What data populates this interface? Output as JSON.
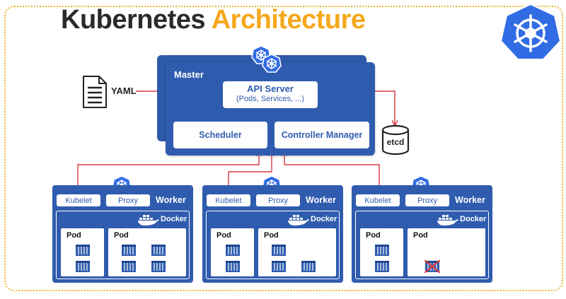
{
  "title": {
    "part1": "Kubernetes",
    "part2": "Architecture"
  },
  "input_file": {
    "label": "YAML",
    "icon": "document-icon"
  },
  "master": {
    "label": "Master",
    "api_server": {
      "title": "API Server",
      "subtitle": "(Pods, Services, ...)"
    },
    "scheduler": "Scheduler",
    "controller_manager": "Controller Manager"
  },
  "datastore": {
    "label": "etcd",
    "icon": "database-icon"
  },
  "workers": [
    {
      "label": "Worker",
      "kubelet": "Kubelet",
      "proxy": "Proxy",
      "runtime": "Docker",
      "pods": [
        {
          "label": "Pod",
          "containers": 2
        },
        {
          "label": "Pod",
          "containers": 4
        }
      ]
    },
    {
      "label": "Worker",
      "kubelet": "Kubelet",
      "proxy": "Proxy",
      "runtime": "Docker",
      "pods": [
        {
          "label": "Pod",
          "containers": 2
        },
        {
          "label": "Pod",
          "containers": 3
        }
      ]
    },
    {
      "label": "Worker",
      "kubelet": "Kubelet",
      "proxy": "Proxy",
      "runtime": "Docker",
      "pods": [
        {
          "label": "Pod",
          "containers": 2
        },
        {
          "label": "Pod",
          "containers": 1,
          "failed": true
        }
      ]
    }
  ],
  "colors": {
    "blue": "#2f5cae",
    "accent": "#f5a81c",
    "connector": "#d9393f",
    "title": "#2a2a2a"
  }
}
